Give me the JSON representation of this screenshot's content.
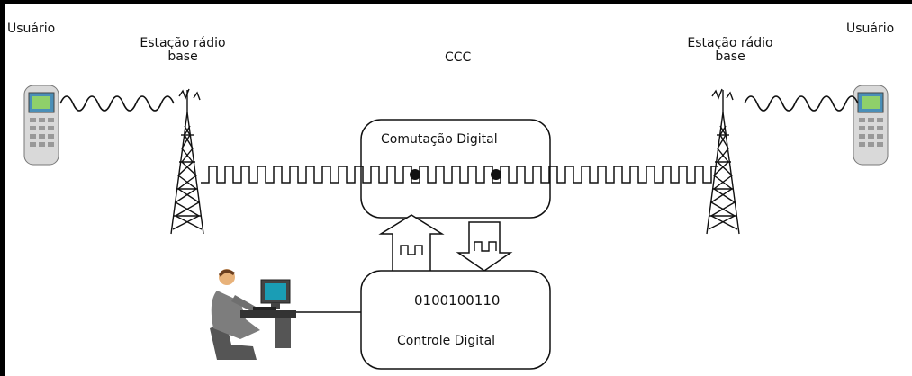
{
  "labels": {
    "user_left": "Usuário",
    "user_right": "Usuário",
    "station_left_line1": "Estação rádio",
    "station_left_line2": "base",
    "station_right_line1": "Estação rádio",
    "station_right_line2": "base",
    "ccc": "CCC",
    "switching": "Comutação Digital",
    "binary": "0100100110",
    "control": "Controle Digital"
  },
  "icons": [
    "cellphone-icon",
    "radio-tower-icon",
    "operator-computer-icon"
  ]
}
